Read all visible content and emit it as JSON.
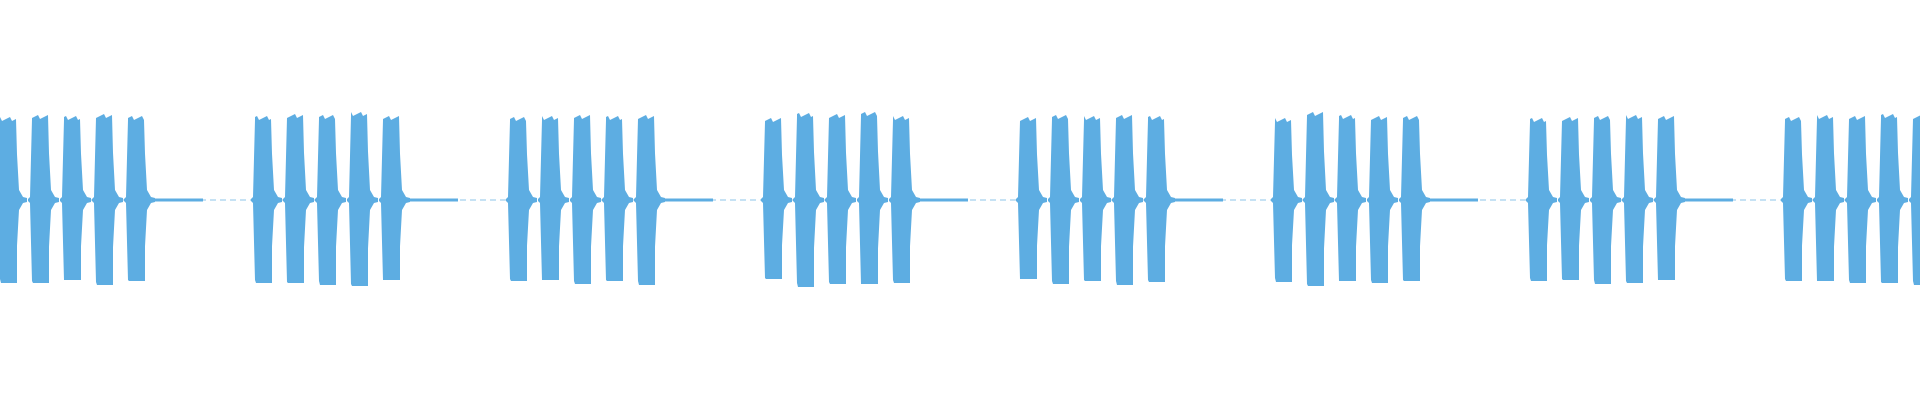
{
  "chart_data": {
    "type": "area",
    "title": "",
    "xlabel": "",
    "ylabel": "",
    "ylim": [
      -1,
      1
    ],
    "grid": false,
    "legend": "none",
    "color": "#5dade2",
    "groups": 8,
    "bursts_per_group": 5,
    "series": [
      {
        "values": [
          [
            0.83,
            0.85,
            0.84,
            0.86,
            0.84
          ],
          [
            0.84,
            0.86,
            0.85,
            0.88,
            0.84
          ],
          [
            0.83,
            0.84,
            0.85,
            0.84,
            0.85
          ],
          [
            0.82,
            0.87,
            0.86,
            0.88,
            0.84
          ],
          [
            0.83,
            0.85,
            0.84,
            0.85,
            0.84
          ],
          [
            0.82,
            0.88,
            0.85,
            0.84,
            0.84
          ],
          [
            0.82,
            0.83,
            0.84,
            0.85,
            0.84
          ],
          [
            0.83,
            0.85,
            0.84,
            0.86,
            0.85
          ]
        ]
      }
    ]
  }
}
